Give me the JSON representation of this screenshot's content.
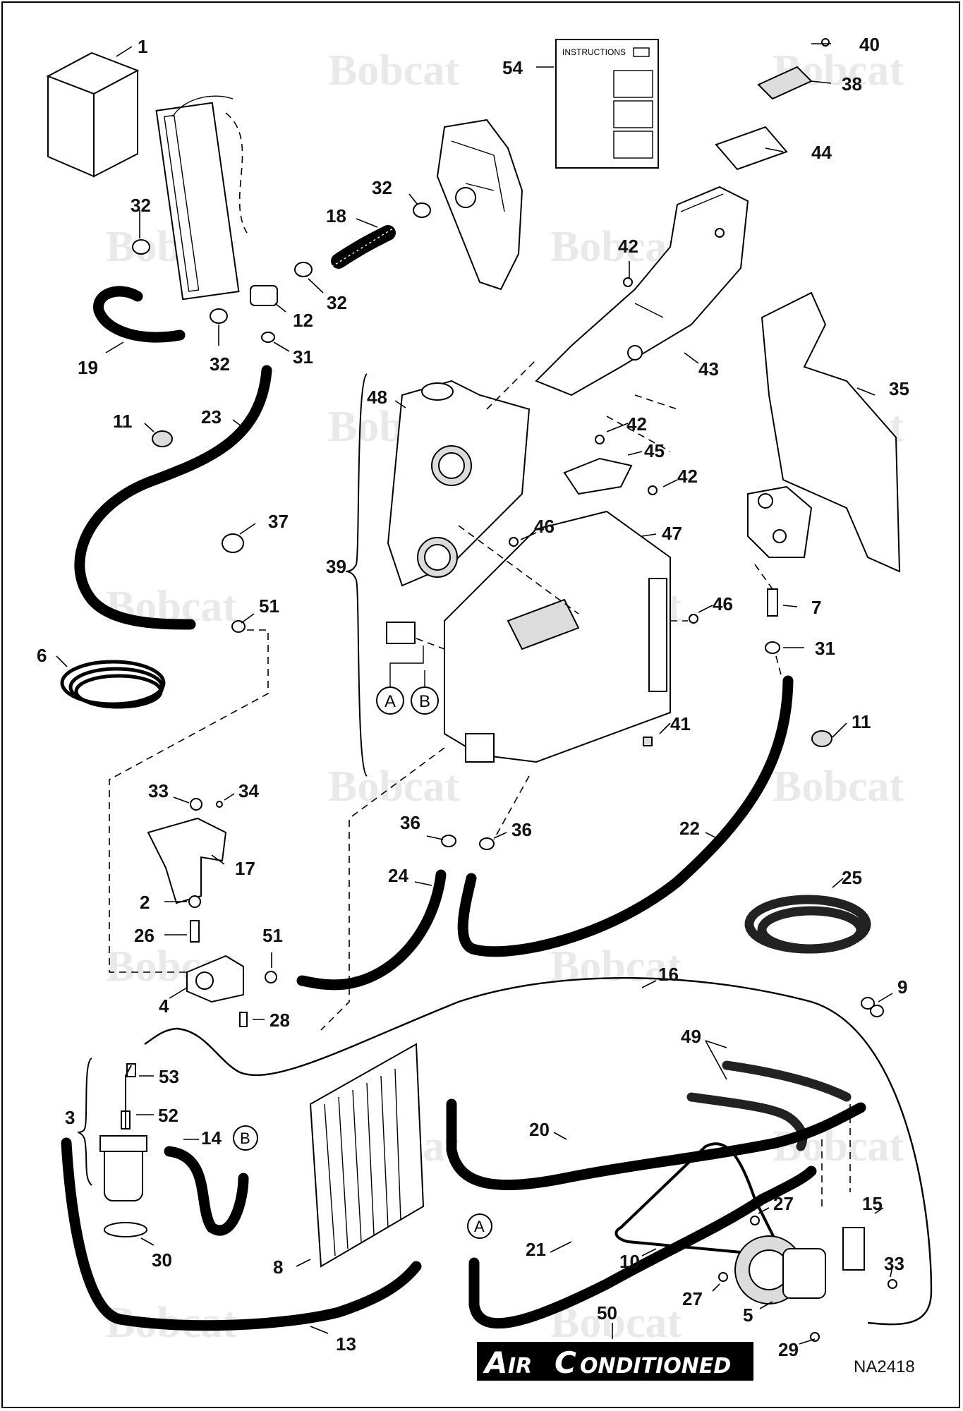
{
  "watermark": "Bobcat",
  "instructions_label": "INSTRUCTIONS",
  "circle_labels": {
    "a": "A",
    "b": "B"
  },
  "banner": {
    "first_cap": "A",
    "first_rest": "IR",
    "second_cap": "C",
    "second_rest": "ONDITIONED"
  },
  "drawing_code": "NA2418",
  "callouts": {
    "c1": "1",
    "c2": "2",
    "c3": "3",
    "c4": "4",
    "c5": "5",
    "c6": "6",
    "c7": "7",
    "c8": "8",
    "c9": "9",
    "c10": "10",
    "c11a": "11",
    "c11b": "11",
    "c12": "12",
    "c13": "13",
    "c14": "14",
    "c15": "15",
    "c16": "16",
    "c17": "17",
    "c18": "18",
    "c19": "19",
    "c20": "20",
    "c21": "21",
    "c22": "22",
    "c23": "23",
    "c24": "24",
    "c25": "25",
    "c26": "26",
    "c27a": "27",
    "c27b": "27",
    "c28": "28",
    "c29": "29",
    "c30": "30",
    "c31a": "31",
    "c31b": "31",
    "c32a": "32",
    "c32b": "32",
    "c32c": "32",
    "c32d": "32",
    "c33a": "33",
    "c33b": "33",
    "c34": "34",
    "c35": "35",
    "c36a": "36",
    "c36b": "36",
    "c37": "37",
    "c38": "38",
    "c39": "39",
    "c40": "40",
    "c41": "41",
    "c42a": "42",
    "c42b": "42",
    "c42c": "42",
    "c43": "43",
    "c44": "44",
    "c45": "45",
    "c46a": "46",
    "c46b": "46",
    "c47": "47",
    "c48": "48",
    "c49": "49",
    "c50": "50",
    "c51a": "51",
    "c51b": "51",
    "c52": "52",
    "c53": "53",
    "c54": "54"
  }
}
